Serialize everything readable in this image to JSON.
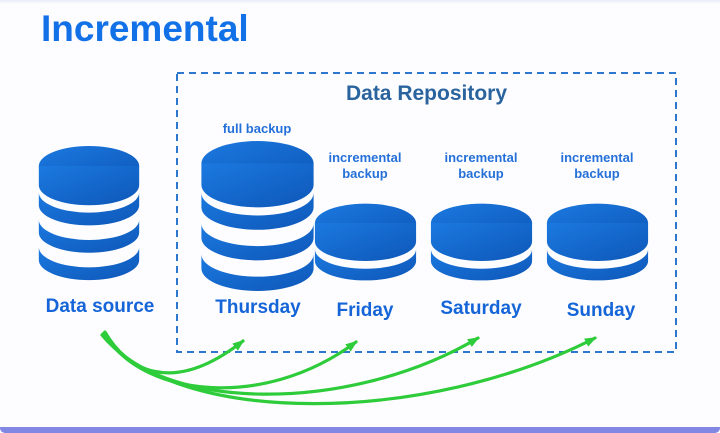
{
  "title": "Incremental",
  "repository": {
    "label": "Data Repository"
  },
  "source": {
    "label": "Data source",
    "icon": "database-cylinder-large"
  },
  "days": [
    {
      "label": "Thursday",
      "backup_label": "full backup",
      "backup_type": "full",
      "icon": "database-cylinder-large"
    },
    {
      "label": "Friday",
      "backup_label": "incremental backup",
      "backup_type": "incremental",
      "icon": "database-cylinder-small"
    },
    {
      "label": "Saturday",
      "backup_label": "incremental backup",
      "backup_type": "incremental",
      "icon": "database-cylinder-small"
    },
    {
      "label": "Sunday",
      "backup_label": "incremental backup",
      "backup_type": "incremental",
      "icon": "database-cylinder-small"
    }
  ],
  "arrows": {
    "from": "Data source",
    "to": [
      "Thursday",
      "Friday",
      "Saturday",
      "Sunday"
    ],
    "color": "#2ecc3a"
  },
  "colors": {
    "title_blue": "#1371e8",
    "database_blue": "#1268d2",
    "day_label_blue": "#1565d8",
    "backup_note_blue": "#2470d8",
    "repository_label_blue": "#2a649e",
    "dashed_border_blue": "#2e77cf",
    "arrow_green": "#2ecc3a",
    "bottom_bar_purple": "#8287e4",
    "background": "#fdfdff"
  }
}
